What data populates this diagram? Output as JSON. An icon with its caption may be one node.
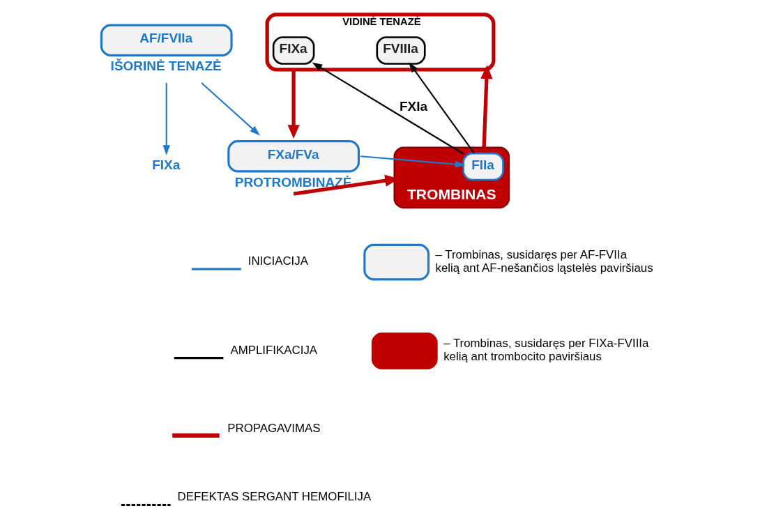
{
  "diagram": {
    "nodes": [
      {
        "text": [
          "AF/FVIIa"
        ],
        "beside": [
          "IŠORINĖ TENAZĖ"
        ]
      },
      {
        "text": [
          "FIXa"
        ]
      },
      {
        "text": [
          "VIDINĖ TENAZĖ"
        ]
      },
      {
        "text": [
          "FIXa"
        ],
        "in": 2
      },
      {
        "text": [
          "FVIIIa"
        ],
        "in": 2
      },
      {
        "text": [
          "FXa/FVa"
        ],
        "beside": [
          "PROTROMBINAZĖ"
        ]
      },
      {
        "text": [
          "TROMBINAS"
        ]
      },
      {
        "text": [
          "FIIa"
        ],
        "in": 6
      }
    ],
    "edges": [
      {
        "from": 0,
        "to": 1,
        "arrow": "to",
        "color": "#1f78c8"
      },
      {
        "from": 0,
        "to": 5,
        "arrow": "to",
        "color": "#1f78c8"
      },
      {
        "from": 2,
        "to": 5,
        "arrow": "to",
        "style": "thick",
        "color": "#c00000"
      },
      {
        "from": 5,
        "to": 7,
        "arrow": "to",
        "color": "#1f78c8"
      },
      {
        "from": 5,
        "to": 6,
        "arrow": "to",
        "style": "thick",
        "color": "#c00000"
      },
      {
        "from": 6,
        "to": 2,
        "arrow": "to",
        "style": "thick",
        "color": "#c00000"
      },
      {
        "from": 7,
        "to": 3,
        "arrow": "to",
        "label": "FXIa",
        "color": "#000000"
      },
      {
        "from": 7,
        "to": 4,
        "arrow": "to",
        "color": "#000000"
      }
    ],
    "legend": [
      {
        "text": "INICIACIJA"
      },
      {
        "text": "AMPLIFIKACIJA"
      },
      {
        "text": "PROPAGAVIMAS"
      },
      {
        "text": "DEFEKTAS SERGANT HEMOFILIJA"
      },
      {
        "text": "– Trombinas, susidaręs per AF-FVIIa kelią ant AF-nešančios ląstelės paviršiaus"
      },
      {
        "text": "– Trombinas, susidaręs per FIXa-FVIIIa kelią ant trombocito paviršiaus"
      }
    ]
  }
}
